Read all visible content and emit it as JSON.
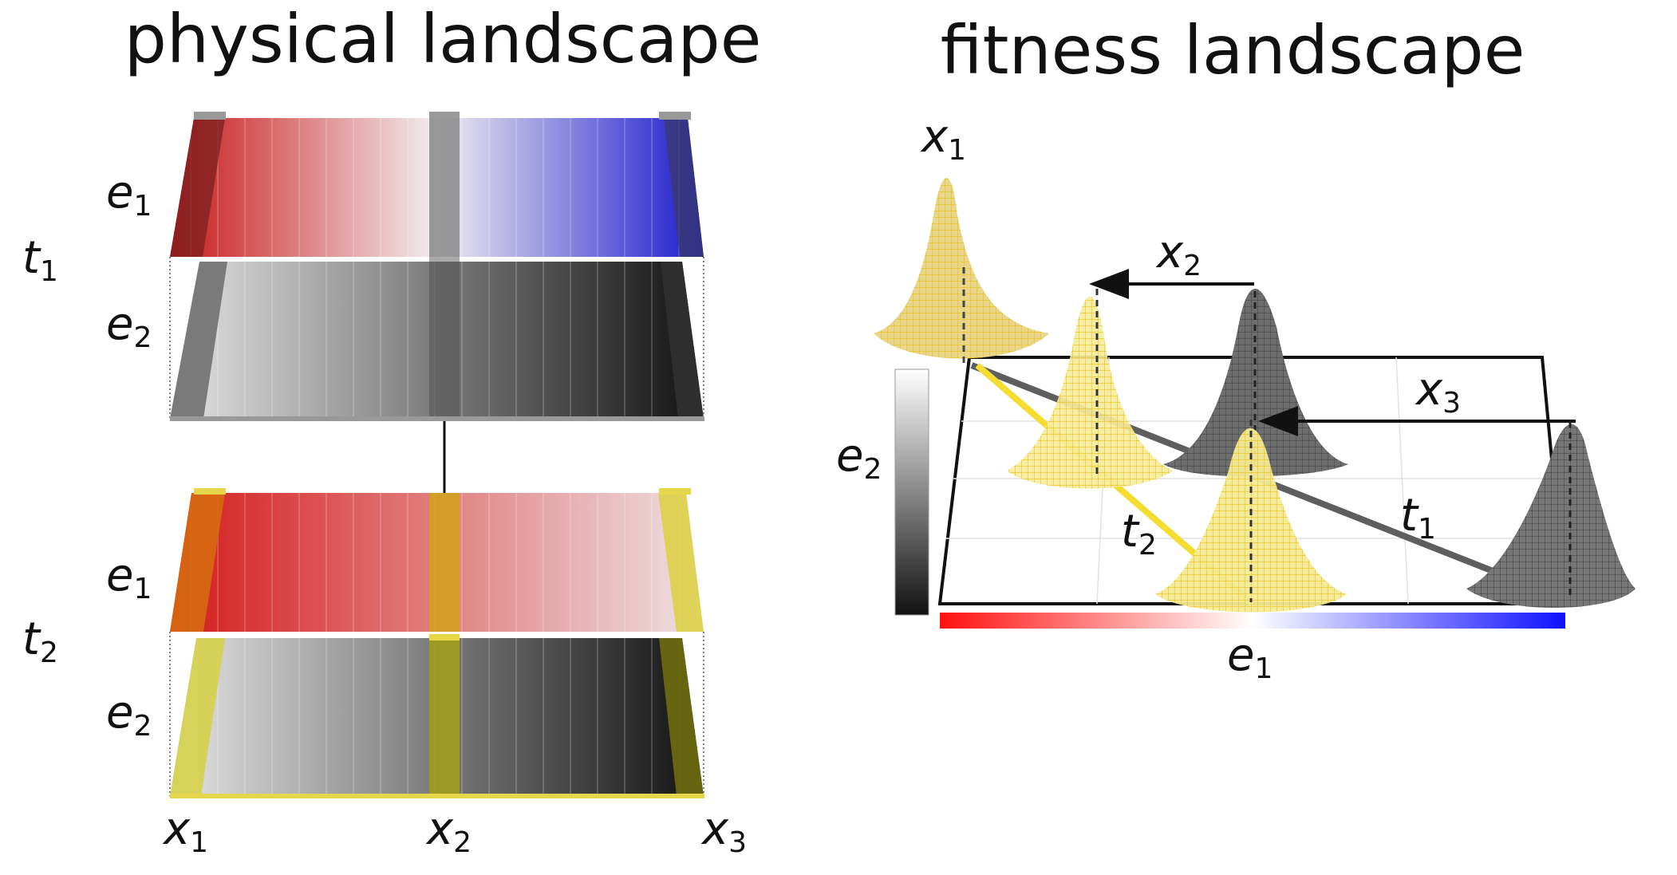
{
  "titles": {
    "left": "physical landscape",
    "right": "fitness landscape"
  },
  "labels": {
    "e": "e",
    "t": "t",
    "x": "x",
    "sub1": "1",
    "sub2": "2",
    "sub3": "3"
  },
  "colors": {
    "red": "#d41a1a",
    "blue": "#1c1ccc",
    "yellow": "#f5e04a",
    "dark": "#111111",
    "grey": "#606060"
  }
}
